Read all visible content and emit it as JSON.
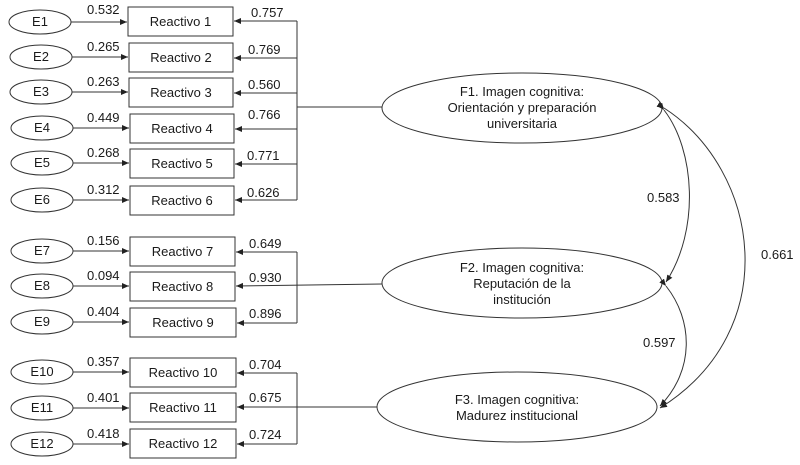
{
  "diagram": {
    "type": "confirmatory-factor-analysis",
    "errors": [
      "E1",
      "E2",
      "E3",
      "E4",
      "E5",
      "E6",
      "E7",
      "E8",
      "E9",
      "E10",
      "E11",
      "E12"
    ],
    "items": [
      {
        "label": "Reactivo 1",
        "error": "E1",
        "error_weight": "0.532",
        "loading": "0.757",
        "factor": "F1"
      },
      {
        "label": "Reactivo 2",
        "error": "E2",
        "error_weight": "0.265",
        "loading": "0.769",
        "factor": "F1"
      },
      {
        "label": "Reactivo 3",
        "error": "E3",
        "error_weight": "0.263",
        "loading": "0.560",
        "factor": "F1"
      },
      {
        "label": "Reactivo 4",
        "error": "E4",
        "error_weight": "0.449",
        "loading": "0.766",
        "factor": "F1"
      },
      {
        "label": "Reactivo 5",
        "error": "E5",
        "error_weight": "0.268",
        "loading": "0.771",
        "factor": "F1"
      },
      {
        "label": "Reactivo 6",
        "error": "E6",
        "error_weight": "0.312",
        "loading": "0.626",
        "factor": "F1"
      },
      {
        "label": "Reactivo 7",
        "error": "E7",
        "error_weight": "0.156",
        "loading": "0.649",
        "factor": "F2"
      },
      {
        "label": "Reactivo 8",
        "error": "E8",
        "error_weight": "0.094",
        "loading": "0.930",
        "factor": "F2"
      },
      {
        "label": "Reactivo 9",
        "error": "E9",
        "error_weight": "0.404",
        "loading": "0.896",
        "factor": "F2"
      },
      {
        "label": "Reactivo 10",
        "error": "E10",
        "error_weight": "0.357",
        "loading": "0.704",
        "factor": "F3"
      },
      {
        "label": "Reactivo 11",
        "error": "E11",
        "error_weight": "0.401",
        "loading": "0.675",
        "factor": "F3"
      },
      {
        "label": "Reactivo 12",
        "error": "E12",
        "error_weight": "0.418",
        "loading": "0.724",
        "factor": "F3"
      }
    ],
    "factors": [
      {
        "id": "F1",
        "lines": [
          "F1. Imagen cognitiva:",
          "Orientación y preparación",
          "universitaria"
        ]
      },
      {
        "id": "F2",
        "lines": [
          "F2. Imagen cognitiva:",
          "Reputación de la",
          "institución"
        ]
      },
      {
        "id": "F3",
        "lines": [
          "F3. Imagen cognitiva:",
          "Madurez institucional"
        ]
      }
    ],
    "correlations": [
      {
        "from": "F1",
        "to": "F2",
        "value": "0.583"
      },
      {
        "from": "F2",
        "to": "F3",
        "value": "0.597"
      },
      {
        "from": "F1",
        "to": "F3",
        "value": "0.661"
      }
    ]
  }
}
